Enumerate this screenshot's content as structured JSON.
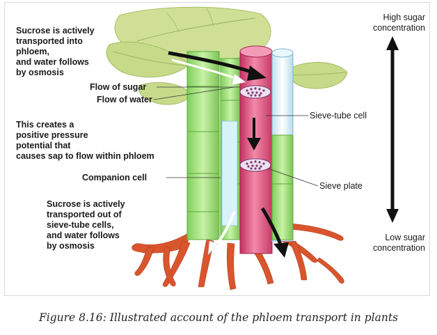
{
  "labels": {
    "sucrose_in": "Sucrose is actively\ntransported into\nphloem,\nand water follows\nby osmosis",
    "flow_sugar": "Flow of sugar",
    "flow_water": "Flow of water",
    "pressure": "This creates a\npositive pressure\npotential that\ncauses sap to flow within phloem",
    "companion": "Companion cell",
    "sucrose_out": "Sucrose is actively\ntransported out of\nsieve-tube cells,\nand water follows\nby osmosis",
    "high": "High sugar\nconcentration",
    "sieve_tube": "Sieve-tube cell",
    "sieve_plate": "Sieve plate",
    "low": "Low sugar\nconcentration"
  },
  "caption": "Figure 8.16: Illustrated account of the phloem transport in plants",
  "colors": {
    "leaf": "#c9dc8e",
    "companion_cell": "#a6e27c",
    "sieve_tube": "#e0507e",
    "xylem": "#d8eef8",
    "root": "#d7532c",
    "arrow": "#111111"
  }
}
